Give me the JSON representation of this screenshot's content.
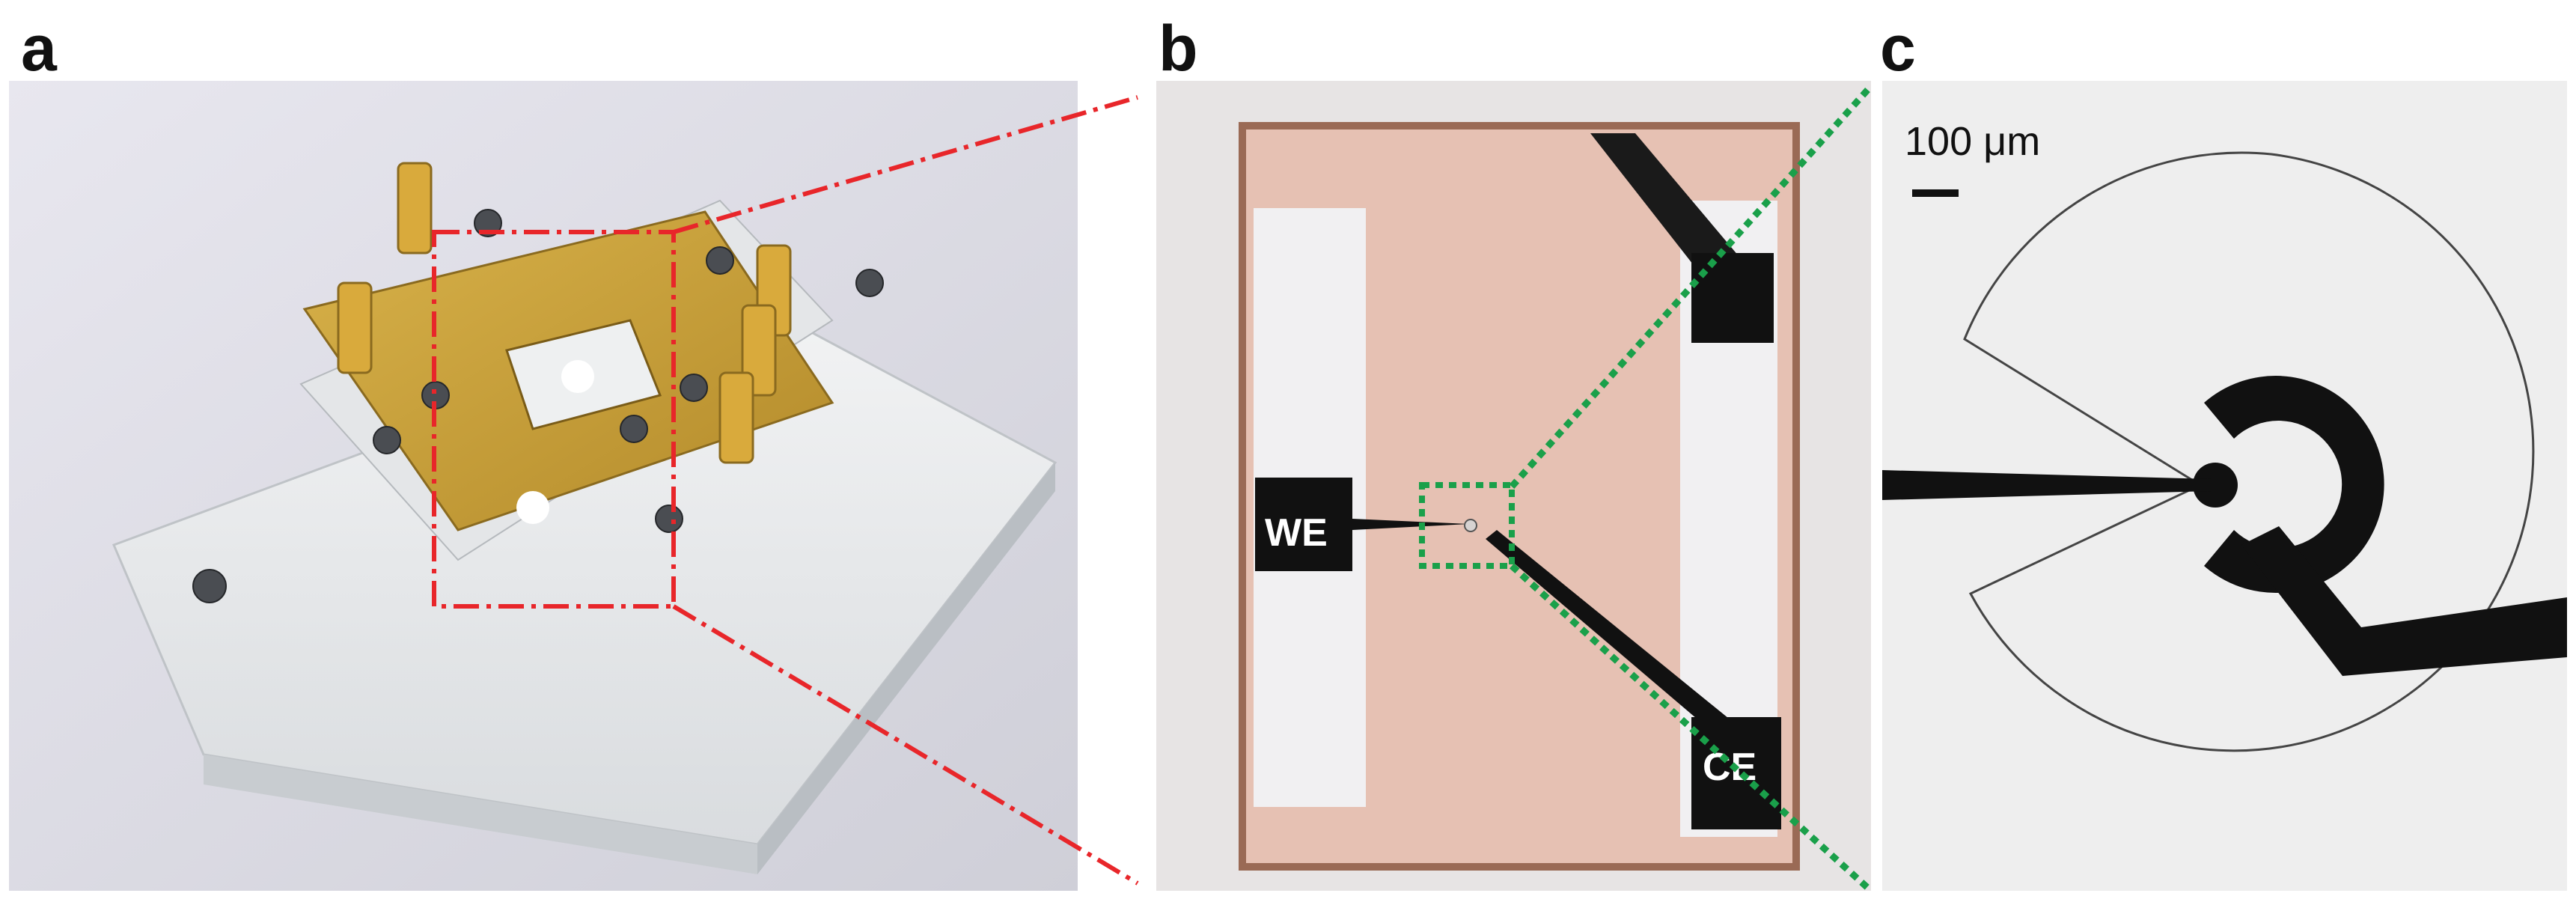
{
  "figure": {
    "panels": [
      {
        "label": "a"
      },
      {
        "label": "b",
        "electrode_labels": {
          "working": "WE",
          "counter": "CE"
        }
      },
      {
        "label": "c",
        "scale_bar": "100 μm"
      }
    ],
    "colors": {
      "zoom_line_a_to_b": "#e8262a",
      "zoom_line_b_to_c": "#1aa04a",
      "pcb": "#c9a13a",
      "chip": "#e6c1b3",
      "electrode": "#111111"
    }
  }
}
